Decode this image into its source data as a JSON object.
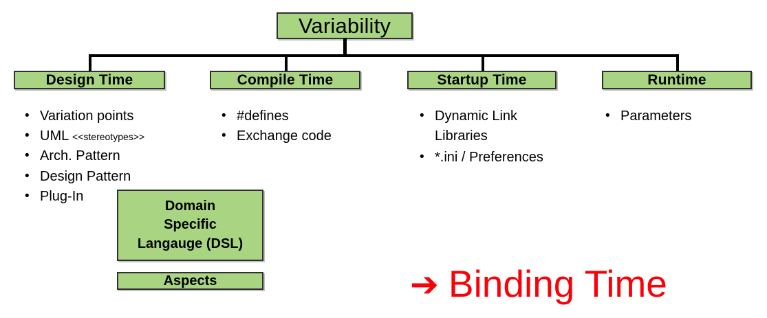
{
  "diagram": {
    "root": {
      "label": "Variability"
    },
    "categories": [
      {
        "title": "Design Time",
        "items": [
          {
            "text": "Variation points"
          },
          {
            "text": "UML ",
            "small": "<<stereotypes>>"
          },
          {
            "text": "Arch. Pattern"
          },
          {
            "text": "Design Pattern"
          },
          {
            "text": "Plug-In"
          }
        ]
      },
      {
        "title": "Compile Time",
        "items": [
          {
            "text": "#defines"
          },
          {
            "text": "Exchange code"
          }
        ]
      },
      {
        "title": "Startup Time",
        "items": [
          {
            "text": "Dynamic Link Libraries"
          },
          {
            "text": "*.ini / Preferences"
          }
        ]
      },
      {
        "title": "Runtime",
        "items": [
          {
            "text": "Parameters"
          }
        ]
      }
    ],
    "extra_boxes": [
      {
        "line1": "Domain",
        "line2": "Specific",
        "line3": "Langauge (DSL)"
      },
      {
        "label": "Aspects"
      }
    ],
    "annotation": {
      "arrow": "➔",
      "label": "Binding Time"
    },
    "bullet_glyph": "•",
    "colors": {
      "box_fill": "#a9d583",
      "box_border": "#2f2f2f",
      "annotation_red": "#fb0007",
      "connector": "#000000"
    }
  }
}
